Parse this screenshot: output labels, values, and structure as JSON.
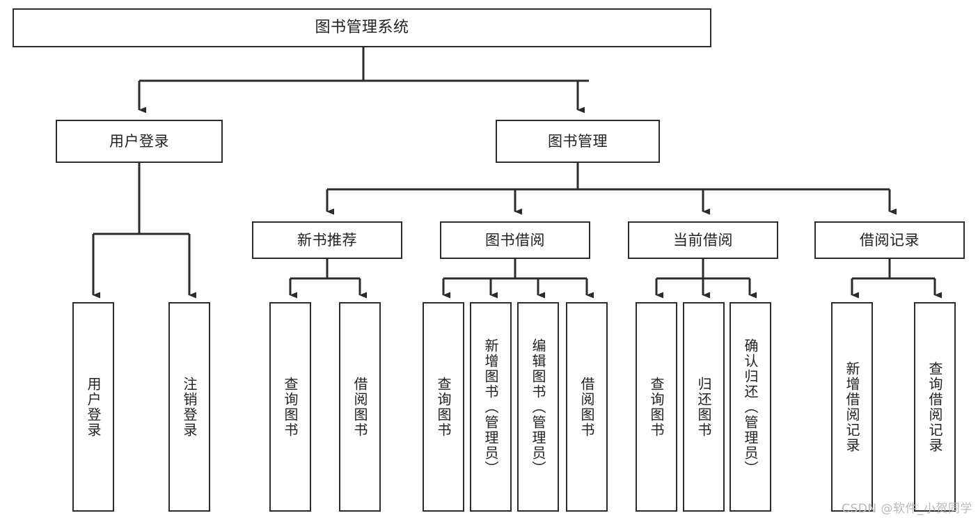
{
  "diagram": {
    "title": "图书管理系统",
    "type": "tree",
    "colors": {
      "box_border": "#2b2b2b",
      "box_fill": "#ffffff",
      "edge": "#2b2b2b",
      "text": "#222222",
      "watermark": "#b9b9b9",
      "background": "#ffffff"
    },
    "watermark": "CSDN @软件_小贺同学",
    "nodes": {
      "root": {
        "label": "图书管理系统"
      },
      "level2": [
        {
          "label": "用户登录"
        },
        {
          "label": "图书管理"
        }
      ],
      "level3": [
        {
          "label": "新书推荐"
        },
        {
          "label": "图书借阅"
        },
        {
          "label": "当前借阅"
        },
        {
          "label": "借阅记录"
        }
      ],
      "leaves_user_login": [
        {
          "label": "用户登录"
        },
        {
          "label": "注销登录"
        }
      ],
      "leaves_new_book": [
        {
          "label": "查询图书"
        },
        {
          "label": "借阅图书"
        }
      ],
      "leaves_borrow": [
        {
          "label": "查询图书"
        },
        {
          "label": "新增图书（管理员）"
        },
        {
          "label": "编辑图书（管理员）"
        },
        {
          "label": "借阅图书"
        }
      ],
      "leaves_current": [
        {
          "label": "查询图书"
        },
        {
          "label": "归还图书"
        },
        {
          "label": "确认归还（管理员）"
        }
      ],
      "leaves_record": [
        {
          "label": "新增借阅记录"
        },
        {
          "label": "查询借阅记录"
        }
      ]
    }
  }
}
